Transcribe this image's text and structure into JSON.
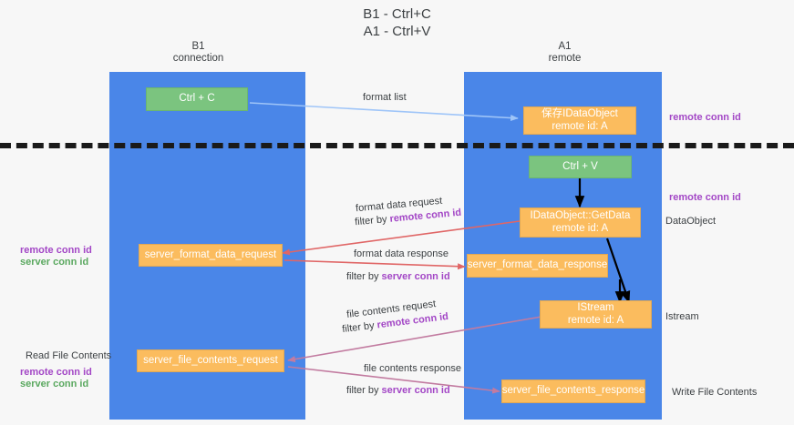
{
  "title": "B1 - Ctrl+C\nA1 - Ctrl+V",
  "lanes": [
    {
      "name": "lane-b1",
      "title": "B1\nconnection"
    },
    {
      "name": "lane-a1",
      "title": "A1\nremote"
    }
  ],
  "nodes": {
    "ctrl_c": {
      "line1": "Ctrl + C",
      "line2": ""
    },
    "save_idataobject": {
      "line1": "保存IDataObject",
      "line2": "remote id: A"
    },
    "ctrl_v": {
      "line1": "Ctrl + V",
      "line2": ""
    },
    "getdata": {
      "line1": "IDataObject::GetData",
      "line2": "remote id: A"
    },
    "server_format_data_request": {
      "line1": "server_format_data_request",
      "line2": ""
    },
    "server_format_data_response": {
      "line1": "server_format_data_response",
      "line2": ""
    },
    "istream": {
      "line1": "IStream",
      "line2": "remote id: A"
    },
    "server_file_contents_request": {
      "line1": "server_file_contents_request",
      "line2": ""
    },
    "server_file_contents_response": {
      "line1": "server_file_contents_response",
      "line2": ""
    }
  },
  "edge_labels": {
    "format_list": "format list",
    "format_data_request": "format data request",
    "filter_by_remote_1_prefix": "filter by ",
    "filter_by_remote_1_key": "remote conn id",
    "format_data_response": "format data response",
    "filter_by_server_1_prefix": "filter by ",
    "filter_by_server_1_key": "server conn id",
    "file_contents_request": "file contents request",
    "filter_by_remote_2_prefix": "filter by ",
    "filter_by_remote_2_key": "remote conn id",
    "file_contents_response": "file contents response",
    "filter_by_server_2_prefix": "filter by ",
    "filter_by_server_2_key": "server conn id"
  },
  "annotations": {
    "right_remote_conn_top": "remote conn id",
    "right_remote_conn_mid": "remote conn id",
    "right_dataobject": "DataObject",
    "right_istream": "Istream",
    "right_write_file_contents": "Write File Contents",
    "left_remote_conn_id": "remote conn id",
    "left_server_conn_id": "server conn id",
    "left_read_file_contents": "Read File Contents",
    "left_remote_conn_id_2": "remote conn id",
    "left_server_conn_id_2": "server conn id"
  },
  "colors": {
    "lane": "#4a86e8",
    "node_green": "#7bc47f",
    "node_orange": "#fbbc5e",
    "edge_blue": "#9fc5f8",
    "edge_red": "#e06666",
    "edge_purple": "#c27ba0",
    "edge_black": "#000000",
    "key_purple": "#a347c6",
    "key_green": "#5aa85f",
    "background": "#f7f7f7"
  }
}
